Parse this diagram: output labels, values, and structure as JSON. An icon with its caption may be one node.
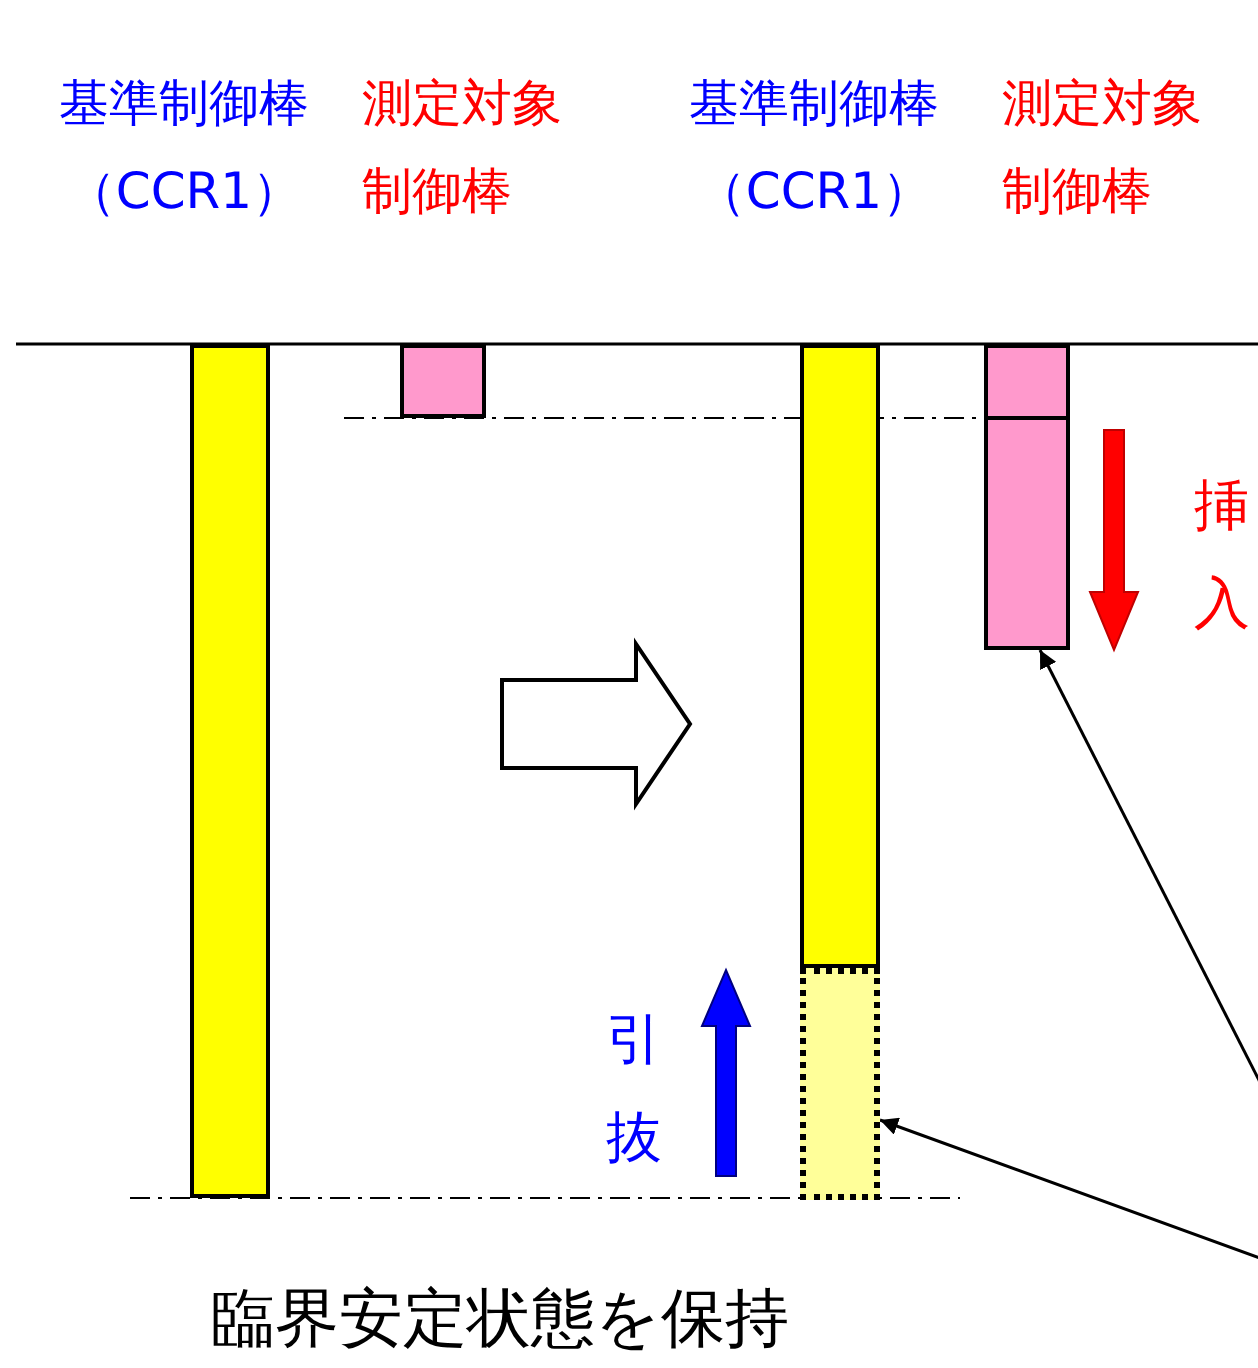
{
  "diagram": {
    "nodes": [
      {
        "text": [],
        "shape": "bar"
      },
      {
        "text": [],
        "shape": "bar"
      },
      {
        "text": [],
        "shape": "bar"
      },
      {
        "text": [],
        "shape": "bar"
      },
      {
        "text": [],
        "shape": "bar"
      },
      {
        "text": [],
        "shape": "bar"
      }
    ],
    "edges": [
      {
        "from": null,
        "to": 5,
        "arrow": "to"
      },
      {
        "from": null,
        "to": 3,
        "arrow": "to"
      }
    ],
    "labels": [
      "基準制御棒（CCR1）",
      "測定対象制御棒",
      "基準制御棒（CCR1）",
      "測定対象制御棒",
      "挿入",
      "引抜",
      "臨界安定状態を保持"
    ]
  }
}
